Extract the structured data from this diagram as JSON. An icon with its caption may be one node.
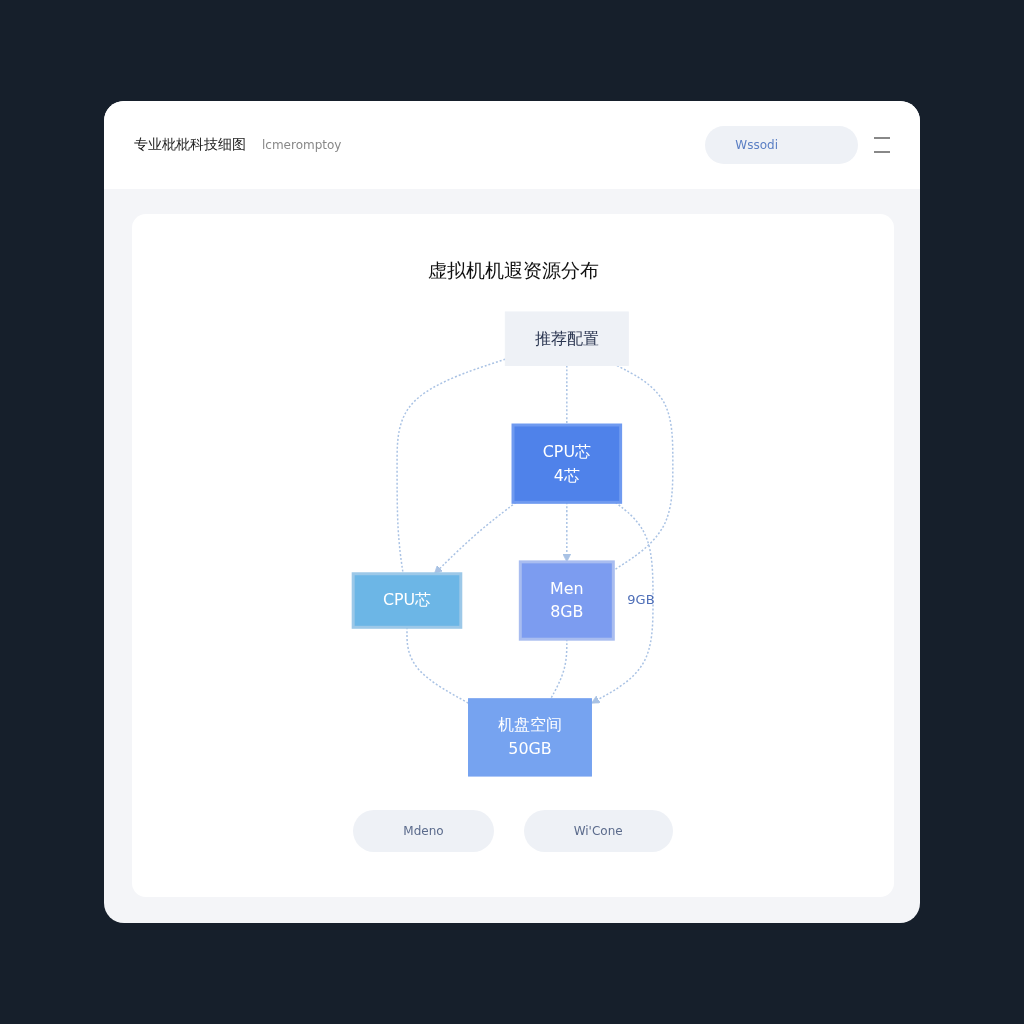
{
  "diagram": {
    "title": "虚拟机机遐资源分布",
    "nodes": [
      {
        "text": [
          "推荐配置"
        ]
      },
      {
        "text": [
          "CPU芯"
        ]
      },
      {
        "text": [
          "CPU芯",
          "4芯"
        ]
      },
      {
        "text": [
          "Men",
          "8GB"
        ],
        "beside": [
          "9GB"
        ]
      },
      {
        "text": [
          "机盘空间",
          "50GB"
        ]
      }
    ],
    "edges": [
      {
        "from": 0,
        "to": 1,
        "arrow": "none",
        "style": "dashed"
      },
      {
        "from": 0,
        "to": 2,
        "arrow": "none",
        "style": "dashed"
      },
      {
        "from": 0,
        "to": 3,
        "arrow": "none",
        "style": "dashed"
      },
      {
        "from": 2,
        "to": 1,
        "arrow": "to",
        "style": "dashed"
      },
      {
        "from": 2,
        "to": 3,
        "arrow": "to",
        "style": "dashed"
      },
      {
        "from": 2,
        "to": 4,
        "arrow": "to",
        "style": "dashed"
      },
      {
        "from": 1,
        "to": 4,
        "arrow": "none",
        "style": "dashed"
      },
      {
        "from": 3,
        "to": 4,
        "arrow": "none",
        "style": "dashed"
      }
    ],
    "labels": [
      "专业枇枇科技细图",
      "lcmeromptoy",
      "Wssodi",
      "Mdeno",
      "Wi'Cone"
    ]
  }
}
